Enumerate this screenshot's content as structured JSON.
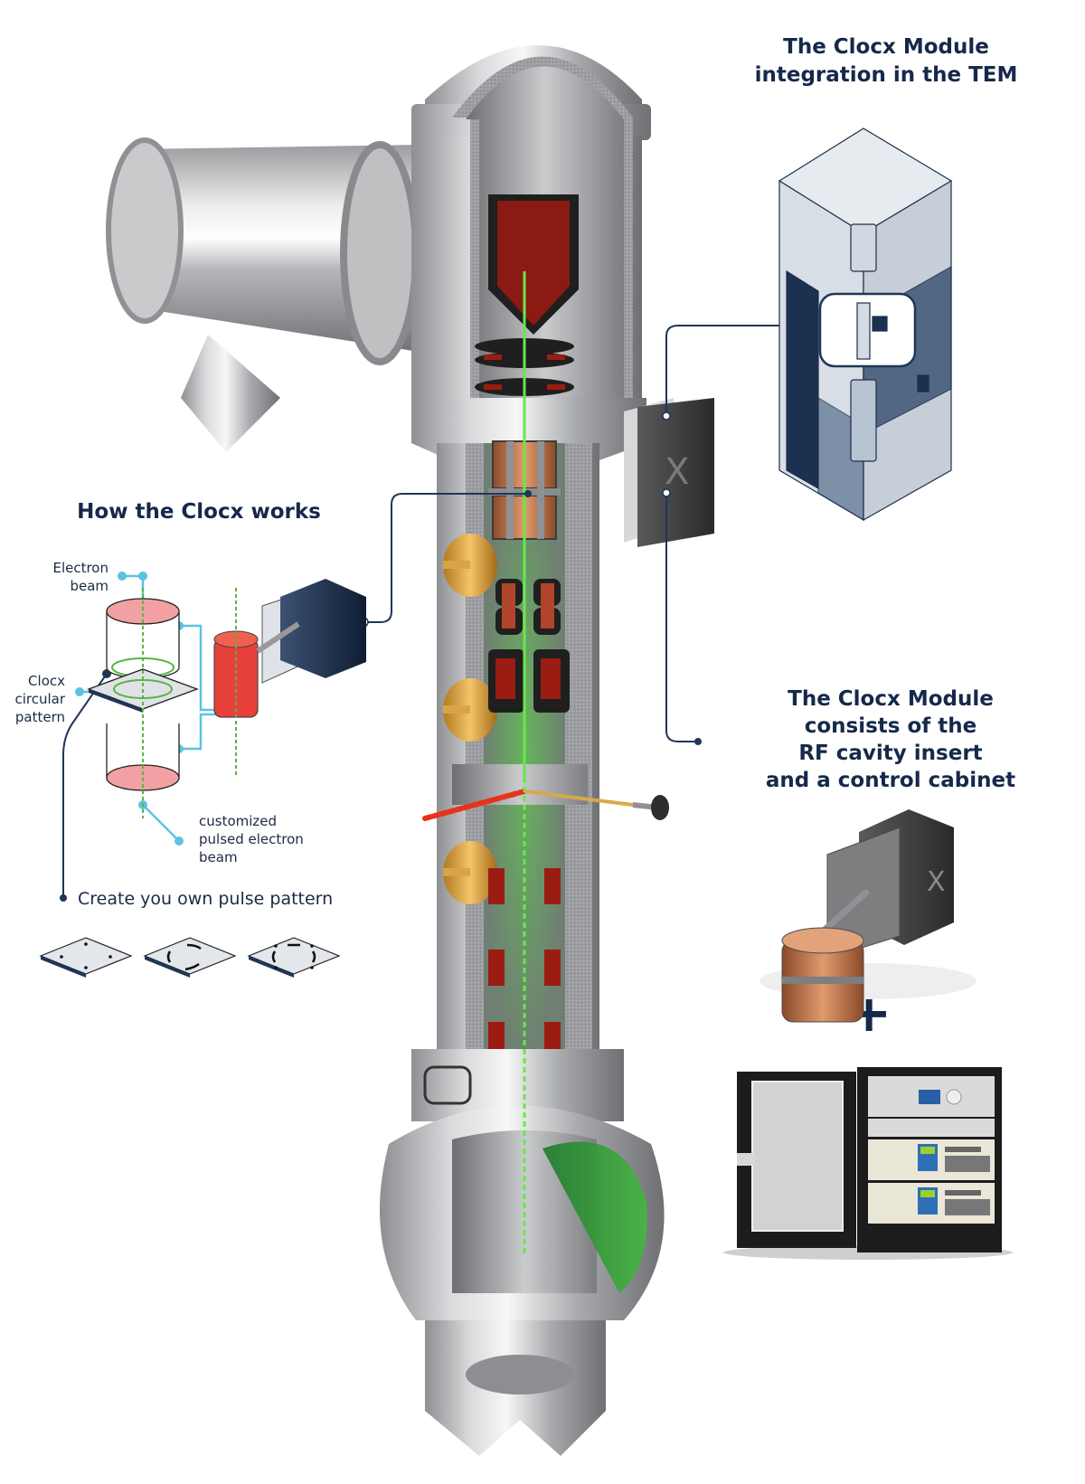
{
  "headings": {
    "integration": [
      "The Clocx Module",
      "integration in the TEM"
    ],
    "how_it_works": "How the Clocx works",
    "consists": [
      "The Clocx Module",
      "consists of the",
      "RF cavity insert",
      "and a control cabinet"
    ]
  },
  "callouts": {
    "electron_beam": [
      "Electron",
      "beam"
    ],
    "circular_pattern": [
      "Clocx",
      "circular",
      "pattern"
    ],
    "pulsed_beam": [
      "customized",
      "pulsed electron",
      "beam"
    ],
    "pulse_pattern": "Create you own pulse pattern"
  },
  "plus_sign": "+",
  "logo_mark": "X",
  "colors": {
    "navy": "#15294a",
    "callout_line": "#1f3657",
    "cyan_callout": "#5bc3e0",
    "beam_green": "#4cd43a",
    "copper": "#c87a4e",
    "red_component": "#9b1c12",
    "steel": "#a9abae",
    "cabinet_black": "#1c1c1c"
  },
  "pulse_patterns": [
    {
      "name": "dots"
    },
    {
      "name": "arcs"
    },
    {
      "name": "dots-and-arcs"
    }
  ]
}
